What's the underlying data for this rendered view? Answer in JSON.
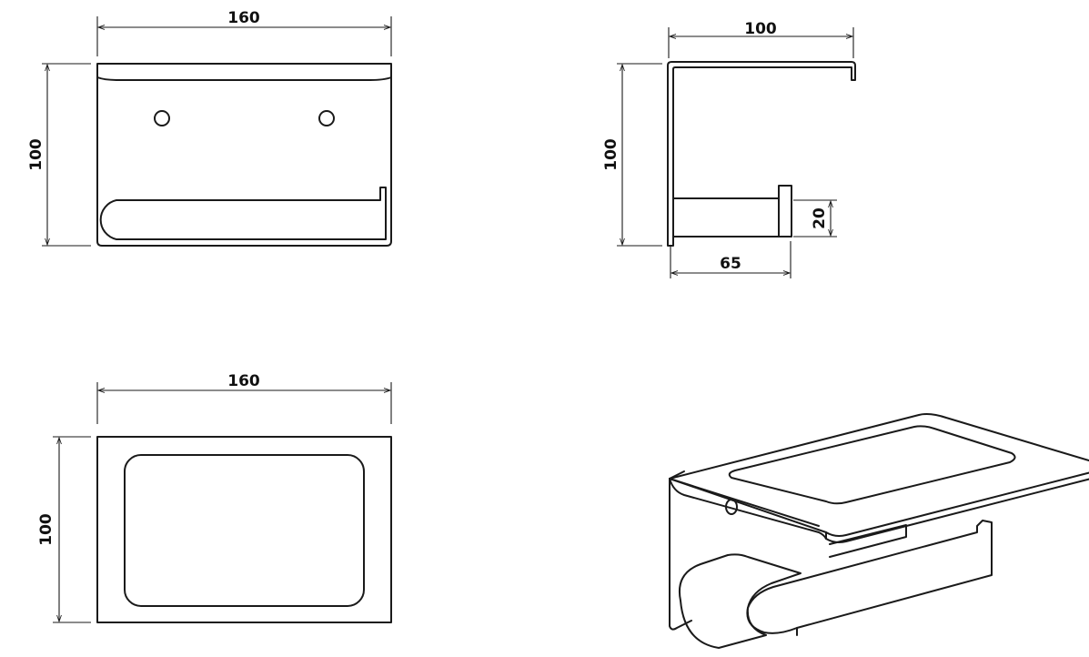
{
  "front_view": {
    "width_dim": "160",
    "height_dim": "100"
  },
  "side_view": {
    "depth_dim": "100",
    "height_dim": "100",
    "arm_height_dim": "20",
    "arm_depth_dim": "65"
  },
  "top_view": {
    "width_dim": "160",
    "height_dim": "100"
  }
}
